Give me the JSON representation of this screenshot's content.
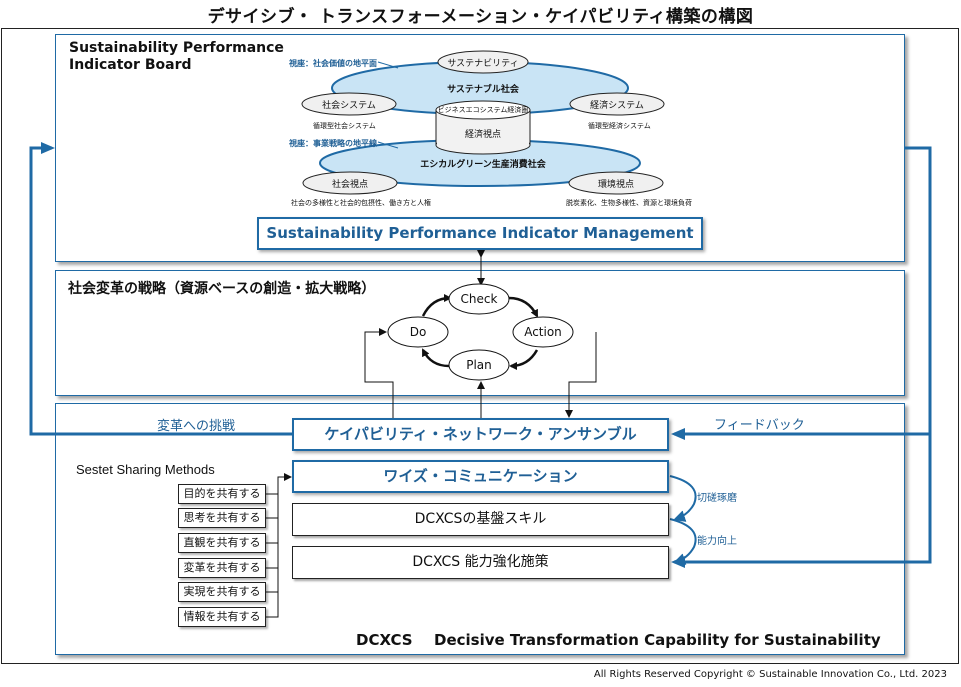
{
  "title": "デサイシブ・ トランスフォーメーション・ケイパビリティ構築の構図",
  "top_panel": {
    "title_line1": "Sustainability Performance",
    "title_line2": "Indicator Board",
    "viewpoint_society": "視座：社会価値の地平面",
    "viewpoint_business": "視座：事業戦略の地平線",
    "sustainability": "サステナビリティ",
    "sustainable_society": "サステナブル社会",
    "social_system": "社会システム",
    "circular_society": "循環型社会システム",
    "economic_system": "経済システム",
    "circular_economy": "循環型経済システム",
    "business_eco": "ビジネスエコシステム経済圏",
    "economic_view": "経済視点",
    "ethical_green": "エシカルグリーン生産消費社会",
    "social_view": "社会視点",
    "social_view_desc": "社会の多様性と社会的包摂性、働き方と人権",
    "env_view": "環境視点",
    "env_view_desc": "脱炭素化、生物多様性、資源と環境負荷",
    "management_box": "Sustainability Performance Indicator Management"
  },
  "middle_panel": {
    "title": "社会変革の戦略（資源ベースの創造・拡大戦略）",
    "check": "Check",
    "do": "Do",
    "action": "Action",
    "plan": "Plan"
  },
  "bottom_panel": {
    "challenge": "変革への挑戦",
    "feedback": "フィードバック",
    "ensemble": "ケイパビリティ・ネットワーク・アンサンブル",
    "sestet": "Sestet Sharing Methods",
    "wise": "ワイズ・コミュニケーション",
    "skill": "DCXCSの基盤スキル",
    "measures": "DCXCS 能力強化施策",
    "refine": "切磋琢磨",
    "improve": "能力向上",
    "share_items": [
      "目的を共有する",
      "思考を共有する",
      "直観を共有する",
      "変革を共有する",
      "実現を共有する",
      "情報を共有する"
    ],
    "dcxcs_abbr": "DCXCS",
    "dcxcs_full": "Decisive Transformation Capability for Sustainability"
  },
  "copyright": "All Rights Reserved Copyright © Sustainable Innovation Co., Ltd. 2023",
  "colors": {
    "accent": "#1f6aa5",
    "text": "#111111"
  }
}
